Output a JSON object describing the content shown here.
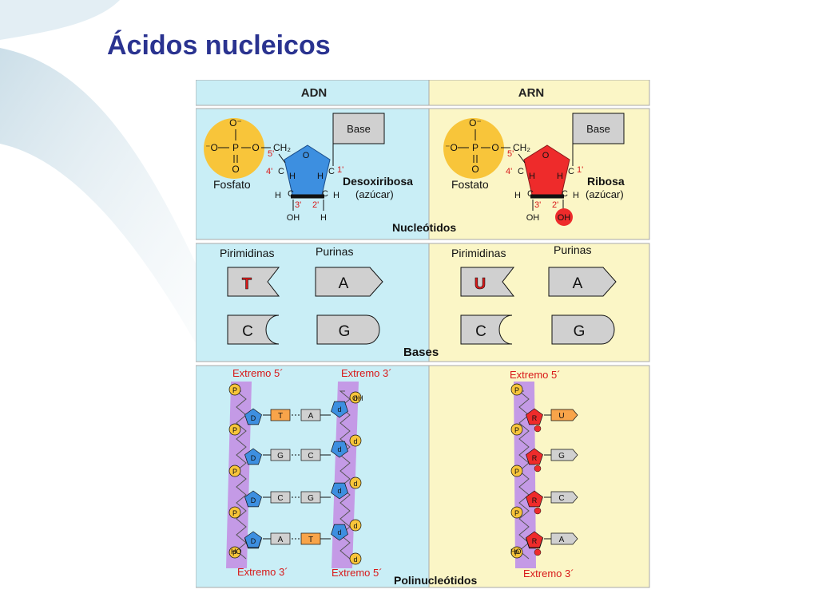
{
  "slide": {
    "title": "Ácidos nucleicos"
  },
  "figure": {
    "colors": {
      "dna_bg": "#c9eef6",
      "rna_bg": "#fbf6c6",
      "phosphate": "#f8c53a",
      "deoxyribose": "#3d8fe0",
      "ribose": "#ee2b2b",
      "backbone": "#c49ae6",
      "ring_label": "#d81818",
      "base_fill": "#d0d0d0"
    },
    "headers": {
      "dna": "ADN",
      "rna": "ARN"
    },
    "nucleotides": {
      "section_label": "Nucleótidos",
      "phosphate": {
        "o_top": "O⁻",
        "o_left": "⁻O",
        "p": "P",
        "o_right": "O",
        "o_bottom": "O",
        "ch2": "CH₂"
      },
      "ring": {
        "o": "O",
        "h": "H",
        "c": "C",
        "n5": "5'",
        "n4": "4'",
        "n3": "3'",
        "n2": "2'",
        "n1": "1'"
      },
      "dna": {
        "base": "Base",
        "phosphate_label": "Fosfato",
        "sugar": "Desoxiribosa",
        "sugar_note": "(azúcar)",
        "c3_sub": "OH",
        "c2_sub": "H"
      },
      "rna": {
        "base": "Base",
        "phosphate_label": "Fostato",
        "sugar": "Ribosa",
        "sugar_note": "(azúcar)",
        "c3_sub": "OH",
        "c2_sub": "OH"
      }
    },
    "bases": {
      "section_label": "Bases",
      "pyrimidines": "Pirimidinas",
      "purines": "Purinas",
      "dna": {
        "pyrimidine_1": "T",
        "pyrimidine_2": "C",
        "purine_1": "A",
        "purine_2": "G"
      },
      "rna": {
        "pyrimidine_1": "U",
        "pyrimidine_2": "C",
        "purine_1": "A",
        "purine_2": "G"
      }
    },
    "polynucleotides": {
      "section_label": "Polinucleótidos",
      "phosphate_symbol": "P",
      "deoxyribose_symbol": "D",
      "deoxyribose_symbol_rev": "d",
      "ribose_symbol": "R",
      "dna": {
        "left_top": "Extremo 5´",
        "right_top": "Extremo 3´",
        "left_bottom": "Extremo 3´",
        "right_bottom": "Extremo 5´",
        "left_terminal": "HO",
        "right_terminal": "OH",
        "pairs": [
          {
            "left": "T",
            "right": "A"
          },
          {
            "left": "G",
            "right": "C"
          },
          {
            "left": "C",
            "right": "G"
          },
          {
            "left": "A",
            "right": "T"
          }
        ]
      },
      "rna": {
        "top": "Extremo 5´",
        "bottom": "Extremo 3´",
        "terminal": "HO",
        "bases": [
          "U",
          "G",
          "C",
          "A"
        ]
      }
    }
  }
}
